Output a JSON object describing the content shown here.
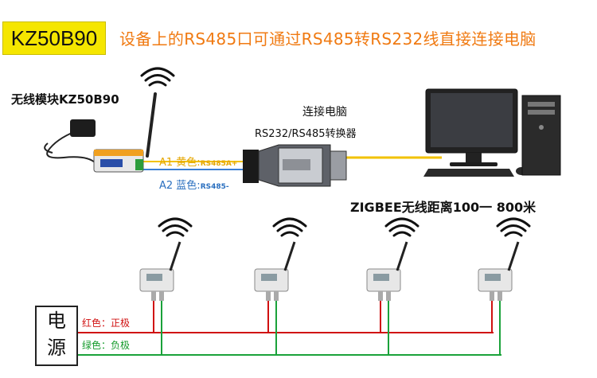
{
  "header": {
    "model": "KZ50B90",
    "headline": "设备上的RS485口可通过RS485转RS232线直接连接电脑"
  },
  "labels": {
    "module": "无线模块KZ50B90",
    "connect_pc": "连接电脑",
    "converter": "RS232/RS485转换器",
    "range": "ZIGBEE无线距离100一 800米"
  },
  "wires": {
    "a1_main": "A1 黄色:",
    "a1_sub": "RS485A+",
    "a2_main": "A2 蓝色:",
    "a2_sub": "RS485-"
  },
  "power": {
    "char1": "电",
    "char2": "源",
    "red_label": "红色：正极",
    "green_label": "绿色：负极"
  },
  "colors": {
    "badge": "#f5e600",
    "headline": "#f07a12",
    "yellow_wire": "#f2c200",
    "blue_wire": "#3a7fd5",
    "red_wire": "#d01010",
    "green_wire": "#1aa23a"
  },
  "sensor_count": 4
}
